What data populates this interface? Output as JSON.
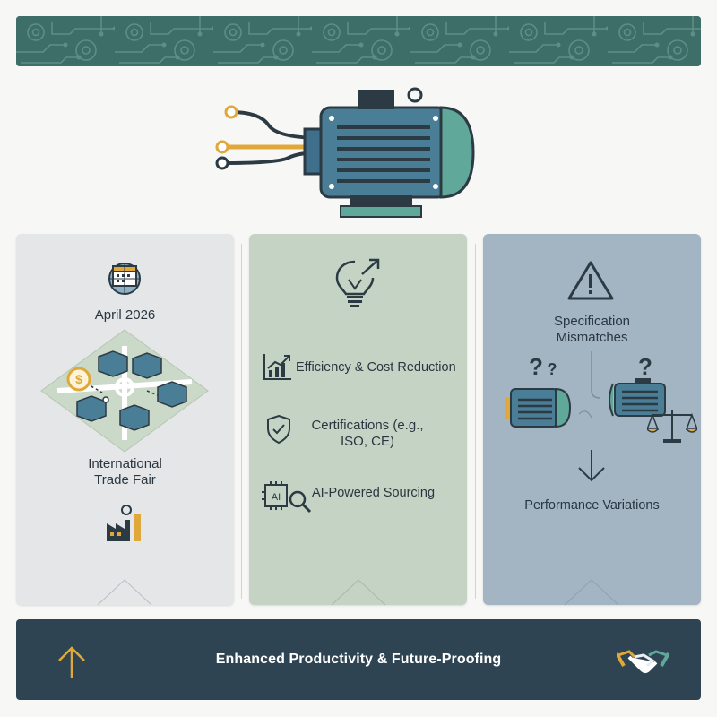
{
  "banner": {
    "pattern": "circuit-gear-pattern",
    "color": "#3d6e68"
  },
  "hero": {
    "icon": "electric-motor-icon"
  },
  "panels": [
    {
      "date": "April 2026",
      "event": [
        "International",
        "Trade Fair"
      ],
      "icons": [
        "calendar-globe-icon",
        "city-map-icon",
        "dollar-coin-icon",
        "factory-icon"
      ],
      "color": "#e4e6e7"
    },
    {
      "items": [
        {
          "label": "Efficiency & Cost Reduction",
          "icon": "chart-up-icon"
        },
        {
          "label_lines": [
            "Certifications (e.g.,",
            "ISO, CE)"
          ],
          "icon": "shield-check-icon"
        },
        {
          "label": "AI-Powered Sourcing",
          "icon": "ai-chip-search-icon"
        }
      ],
      "top_icon": "lightbulb-arrow-icon",
      "color": "#c4d3c4"
    },
    {
      "title": [
        "Specification",
        "Mismatches"
      ],
      "bottom": "Performance Variations",
      "icons": [
        "warning-icon",
        "motor-question-icon",
        "motor-question-icon",
        "scale-icon",
        "arrow-down-icon"
      ],
      "color": "#a3b4c2"
    }
  ],
  "footer": {
    "text": "Enhanced Productivity & Future-Proofing",
    "icons": [
      "arrow-up-icon",
      "handshake-icon"
    ],
    "color": "#2f4452"
  }
}
